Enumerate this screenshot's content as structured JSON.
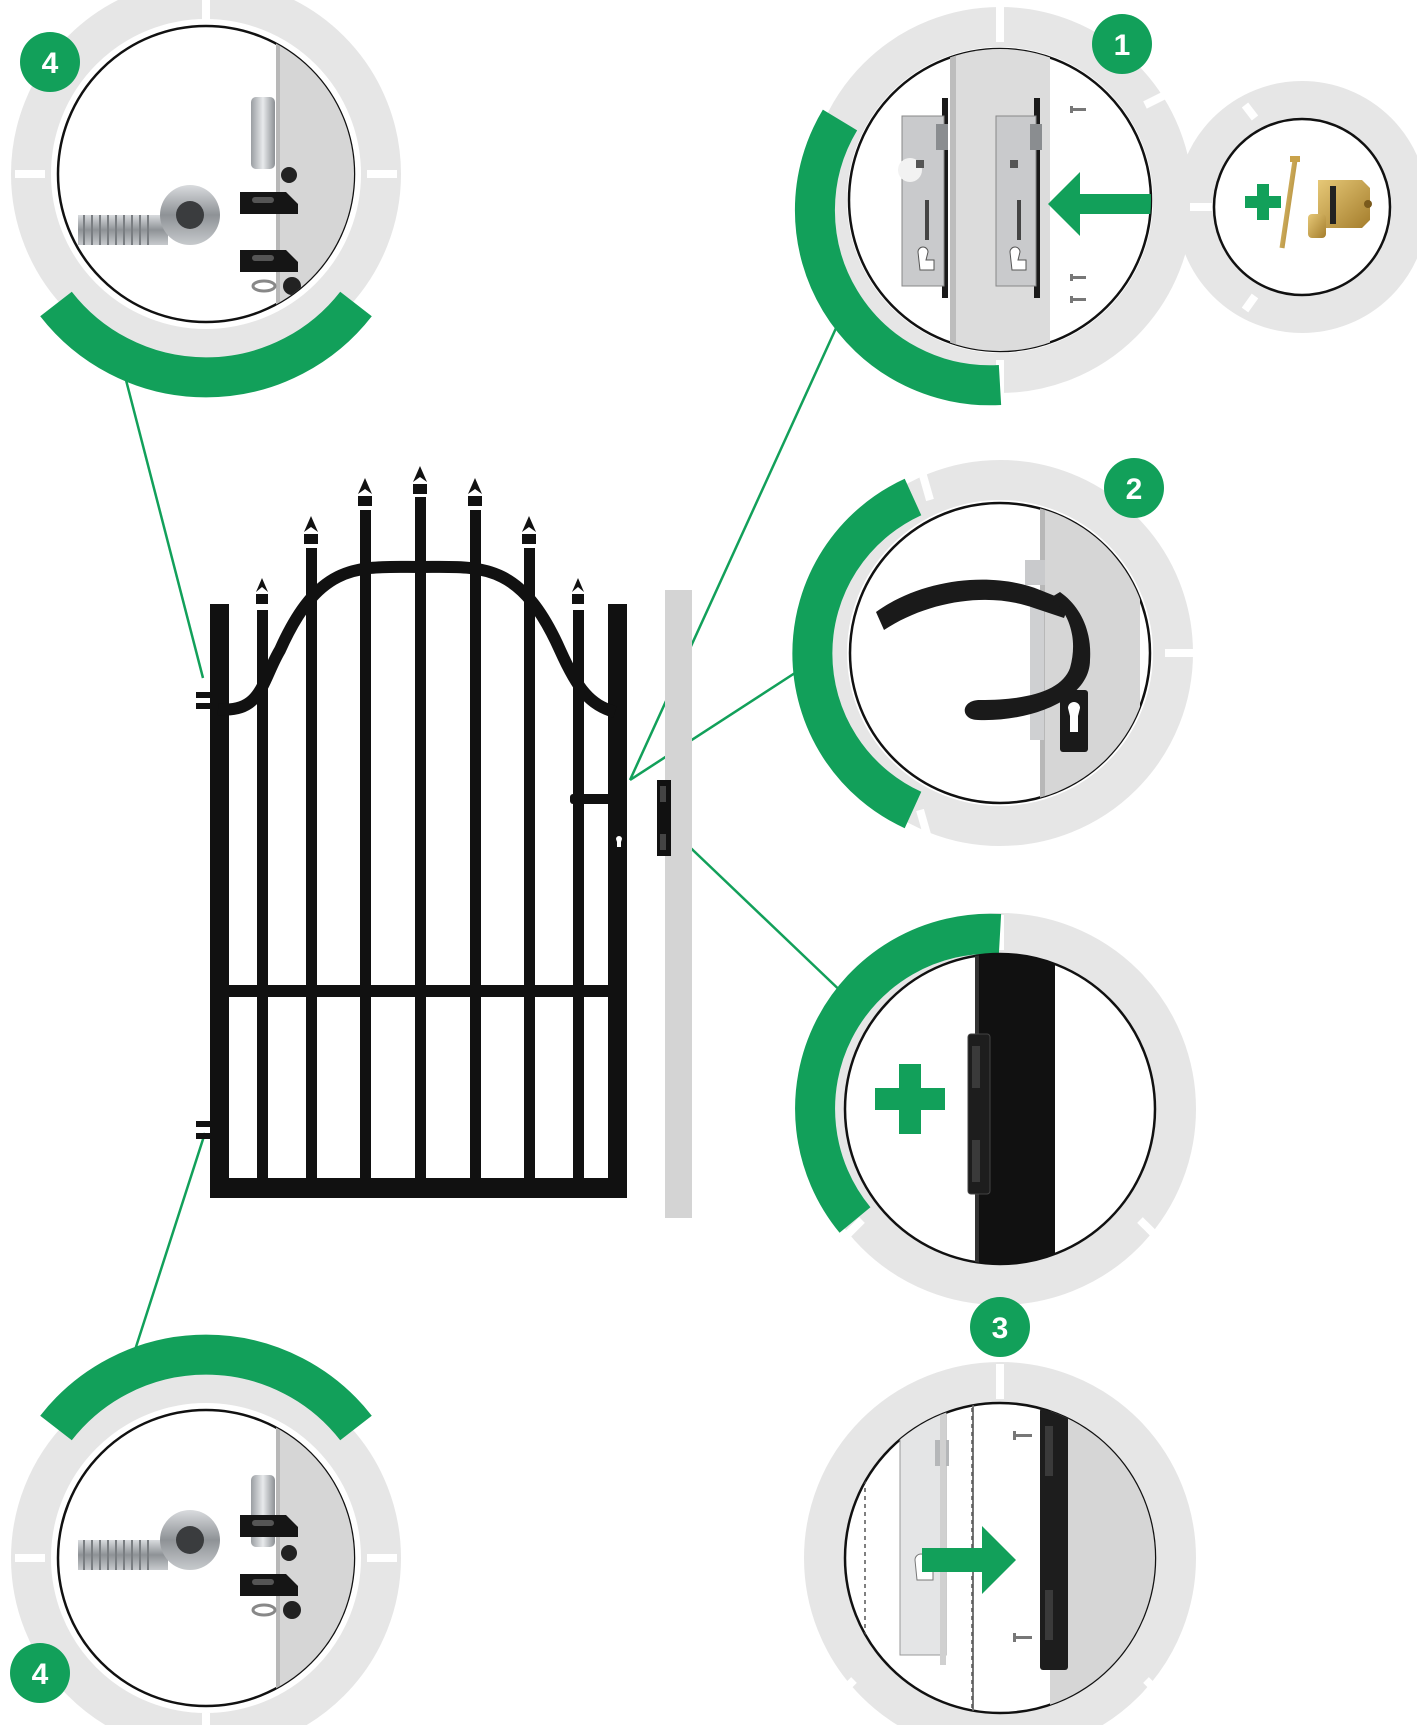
{
  "colors": {
    "accent": "#12a05a",
    "accent_dark": "#0b8a49",
    "ring_gray": "#e6e6e6",
    "gate_black": "#111111",
    "post_gray": "#d4d4d4",
    "metal": "#b9bcc0",
    "brass": "#c9a24a"
  },
  "badges": {
    "lock": "1",
    "handle": "2",
    "keeper": "3",
    "hinge_top": "4",
    "hinge_bottom": "4"
  },
  "icons": [
    "plus-icon",
    "arrow-left-icon",
    "arrow-right-icon"
  ]
}
